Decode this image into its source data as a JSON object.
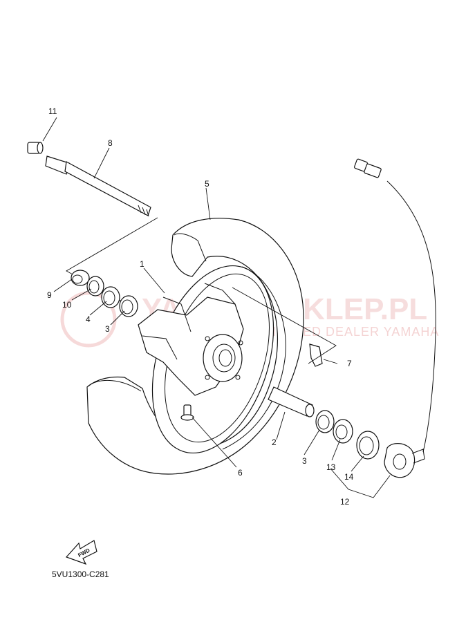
{
  "watermark": {
    "main": "YAMAHA-SKLEP.PL",
    "sub": "WORLD ELECTRONIC IZED DEALER YAMAHA",
    "color": "#e8a0a0"
  },
  "diagram_code": "5VU1300-C281",
  "fwd_label": "FWD",
  "callouts": {
    "c1": "1",
    "c2": "2",
    "c3a": "3",
    "c3b": "3",
    "c4": "4",
    "c5": "5",
    "c6": "6",
    "c7": "7",
    "c8": "8",
    "c9": "9",
    "c10": "10",
    "c11": "11",
    "c12": "12",
    "c13": "13",
    "c14": "14"
  }
}
